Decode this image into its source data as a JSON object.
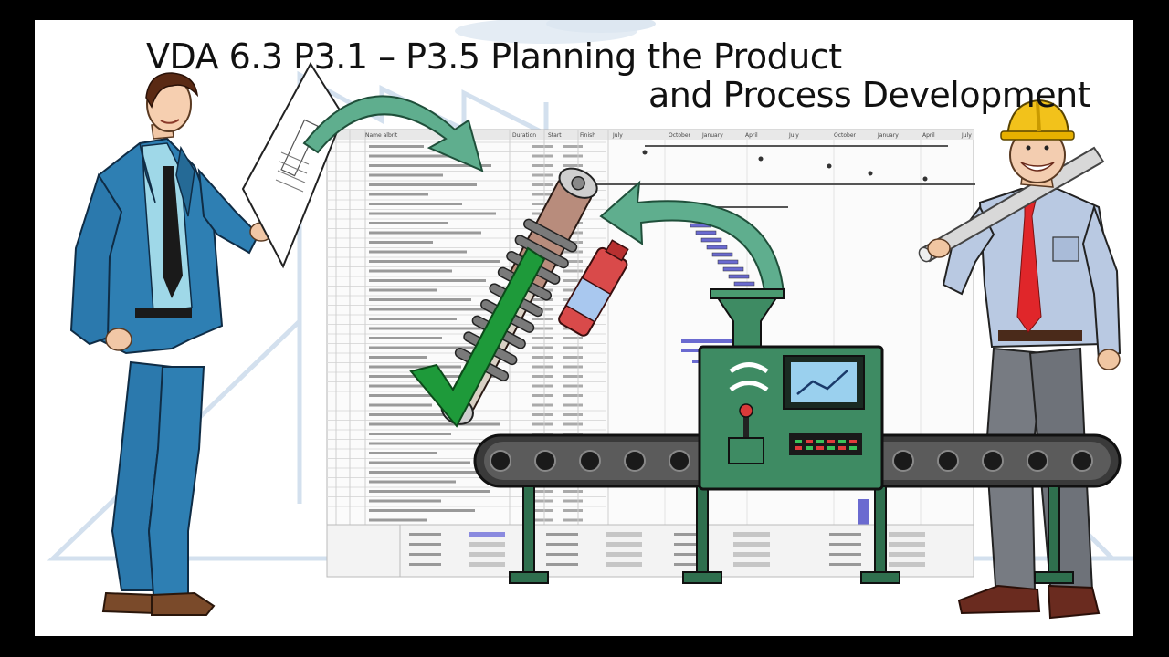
{
  "title": {
    "line1": "VDA 6.3  P3.1 – P3.5 Planning the Product",
    "line2": "and Process Development"
  },
  "gantt_headers": [
    "Name albrit",
    "Duration",
    "Start",
    "Finish",
    "July",
    "October",
    "January",
    "April",
    "July",
    "October",
    "January",
    "April",
    "July"
  ],
  "colors": {
    "frame": "#000000",
    "background": "#ffffff",
    "suit": "#2e7fb3",
    "arrow": "#5fae8e",
    "machine": "#3e8b63",
    "checkmark": "#1e9a3a",
    "helmet": "#f2c21b",
    "tie": "#d62d2d"
  },
  "icons": {
    "left_figure": "businessman-holding-drawing-icon",
    "right_figure": "engineer-with-helmet-icon",
    "part": "shock-absorber-icon",
    "machine": "production-machine-icon",
    "conveyor": "conveyor-belt-icon",
    "arrows": "curved-arrow-icon",
    "check": "checkmark-icon"
  }
}
